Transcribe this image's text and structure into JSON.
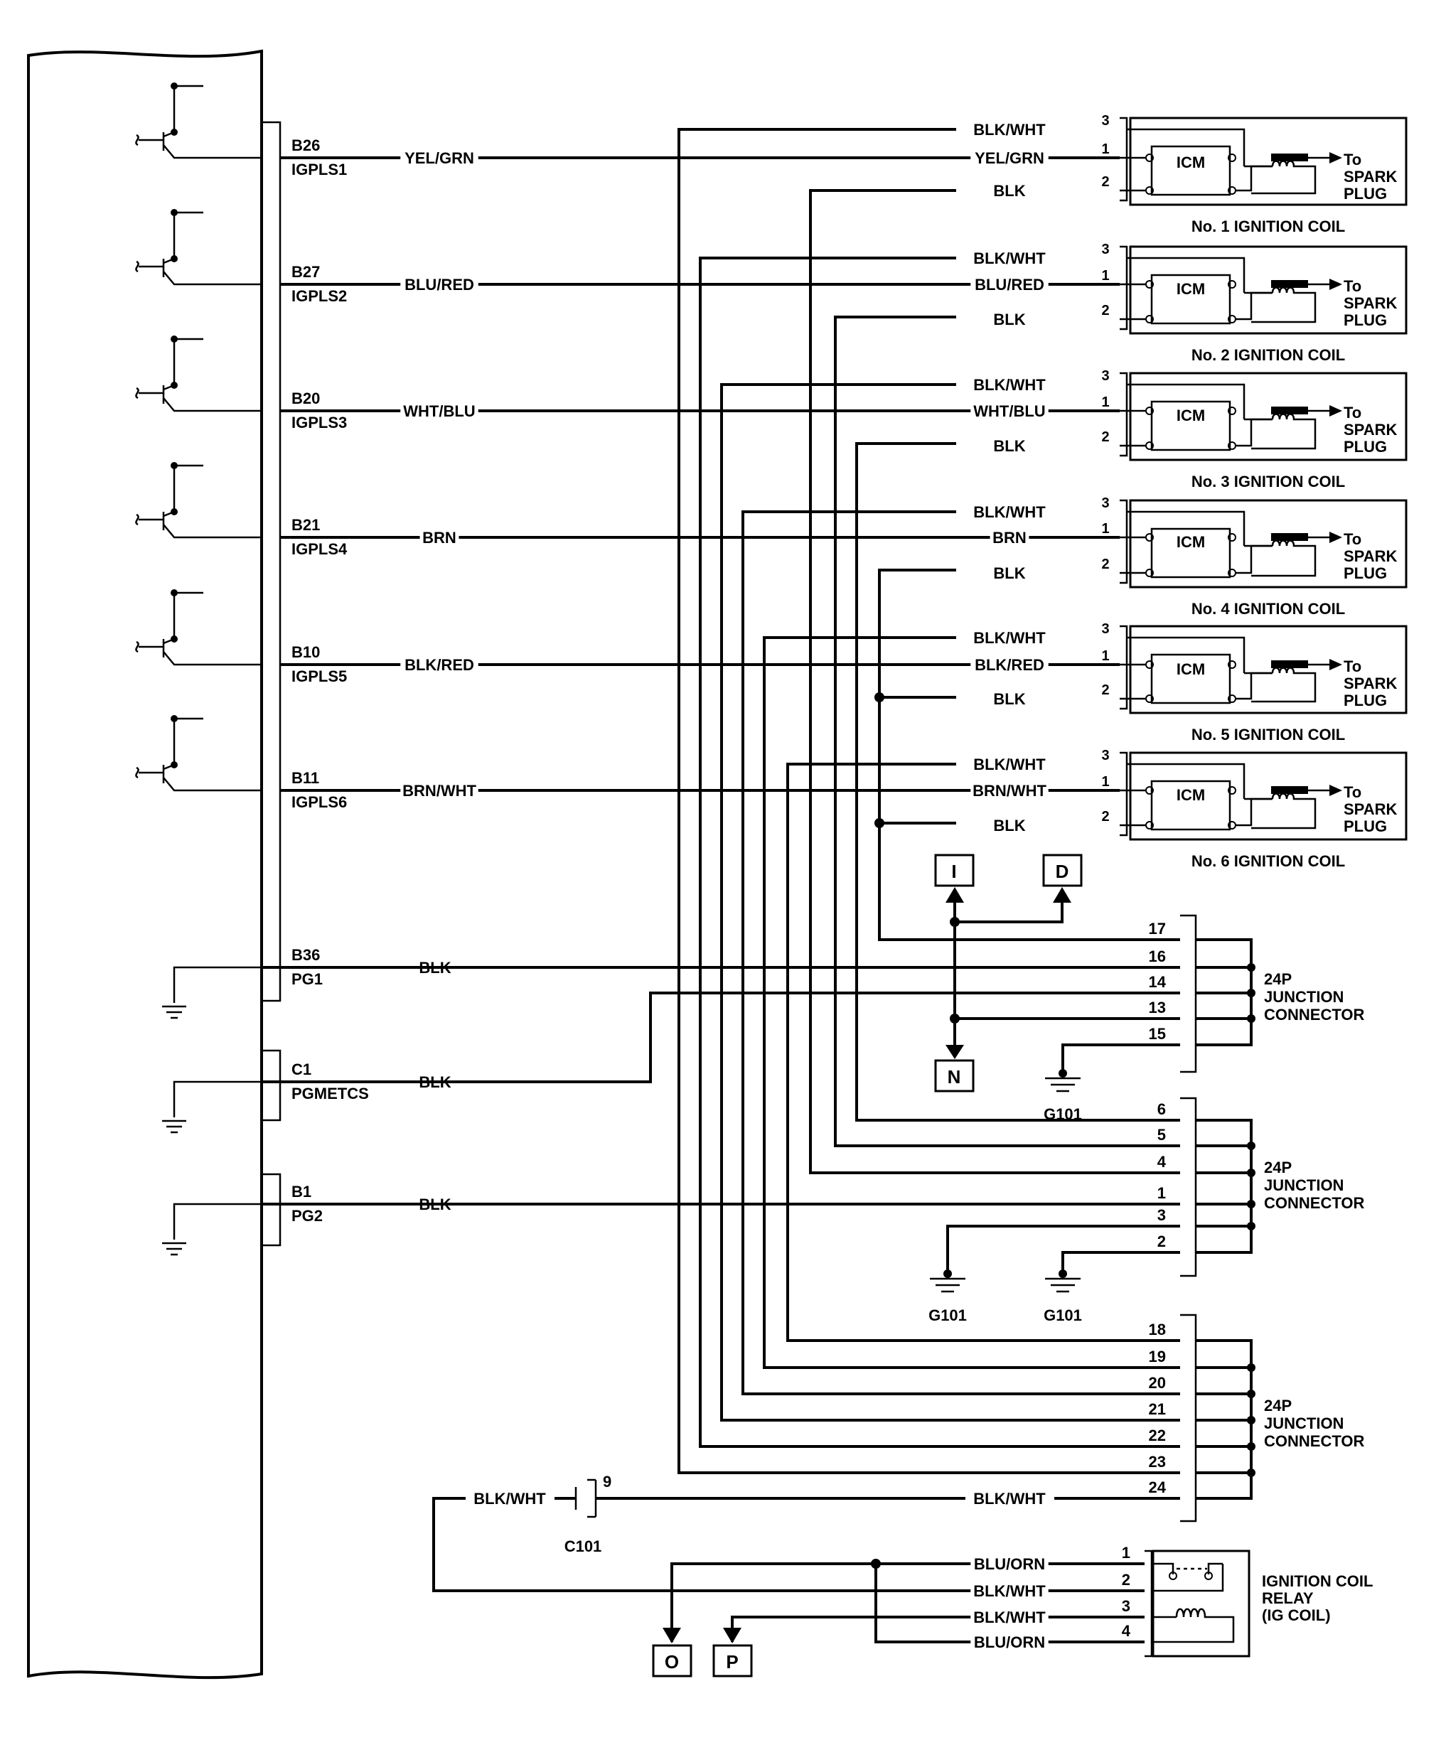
{
  "ecm_pins": [
    {
      "pin": "B26",
      "signal": "IGPLS1",
      "wire": "YEL/GRN"
    },
    {
      "pin": "B27",
      "signal": "IGPLS2",
      "wire": "BLU/RED"
    },
    {
      "pin": "B20",
      "signal": "IGPLS3",
      "wire": "WHT/BLU"
    },
    {
      "pin": "B21",
      "signal": "IGPLS4",
      "wire": "BRN"
    },
    {
      "pin": "B10",
      "signal": "IGPLS5",
      "wire": "BLK/RED"
    },
    {
      "pin": "B11",
      "signal": "IGPLS6",
      "wire": "BRN/WHT"
    }
  ],
  "ground_pins": [
    {
      "pin": "B36",
      "signal": "PG1",
      "wire": "BLK"
    },
    {
      "pin": "C1",
      "signal": "PGMETCS",
      "wire": "BLK"
    },
    {
      "pin": "B1",
      "signal": "PG2",
      "wire": "BLK"
    }
  ],
  "coils": [
    {
      "name": "No. 1 IGNITION COIL",
      "wire3": "BLK/WHT",
      "wire1": "YEL/GRN",
      "wire2": "BLK"
    },
    {
      "name": "No. 2 IGNITION COIL",
      "wire3": "BLK/WHT",
      "wire1": "BLU/RED",
      "wire2": "BLK"
    },
    {
      "name": "No. 3 IGNITION COIL",
      "wire3": "BLK/WHT",
      "wire1": "WHT/BLU",
      "wire2": "BLK"
    },
    {
      "name": "No. 4 IGNITION COIL",
      "wire3": "BLK/WHT",
      "wire1": "BRN",
      "wire2": "BLK"
    },
    {
      "name": "No. 5 IGNITION COIL",
      "wire3": "BLK/WHT",
      "wire1": "BLK/RED",
      "wire2": "BLK"
    },
    {
      "name": "No. 6 IGNITION COIL",
      "wire3": "BLK/WHT",
      "wire1": "BRN/WHT",
      "wire2": "BLK"
    }
  ],
  "coil_common": {
    "module": "ICM",
    "to": "To",
    "spark": "SPARK",
    "plug": "PLUG",
    "pin3": "3",
    "pin1": "1",
    "pin2": "2"
  },
  "junction": {
    "line1": "24P",
    "line2": "JUNCTION",
    "line3": "CONNECTOR",
    "group1_pins": [
      "17",
      "16",
      "14",
      "13",
      "15"
    ],
    "group2_pins": [
      "6",
      "5",
      "4",
      "1",
      "3",
      "2"
    ],
    "group3_pins": [
      "18",
      "19",
      "20",
      "21",
      "22",
      "23",
      "24"
    ]
  },
  "refs": {
    "i": "I",
    "d": "D",
    "n": "N",
    "o": "O",
    "p": "P"
  },
  "grounds": {
    "label": "G101"
  },
  "c101": {
    "name": "C101",
    "pin": "9",
    "wire_left": "BLK/WHT",
    "wire_right": "BLK/WHT"
  },
  "relay": {
    "line1": "IGNITION COIL",
    "line2": "RELAY",
    "line3": "(IG COIL)",
    "pins": [
      "1",
      "2",
      "3",
      "4"
    ],
    "wires": [
      "BLU/ORN",
      "BLK/WHT",
      "BLK/WHT",
      "BLU/ORN"
    ]
  }
}
